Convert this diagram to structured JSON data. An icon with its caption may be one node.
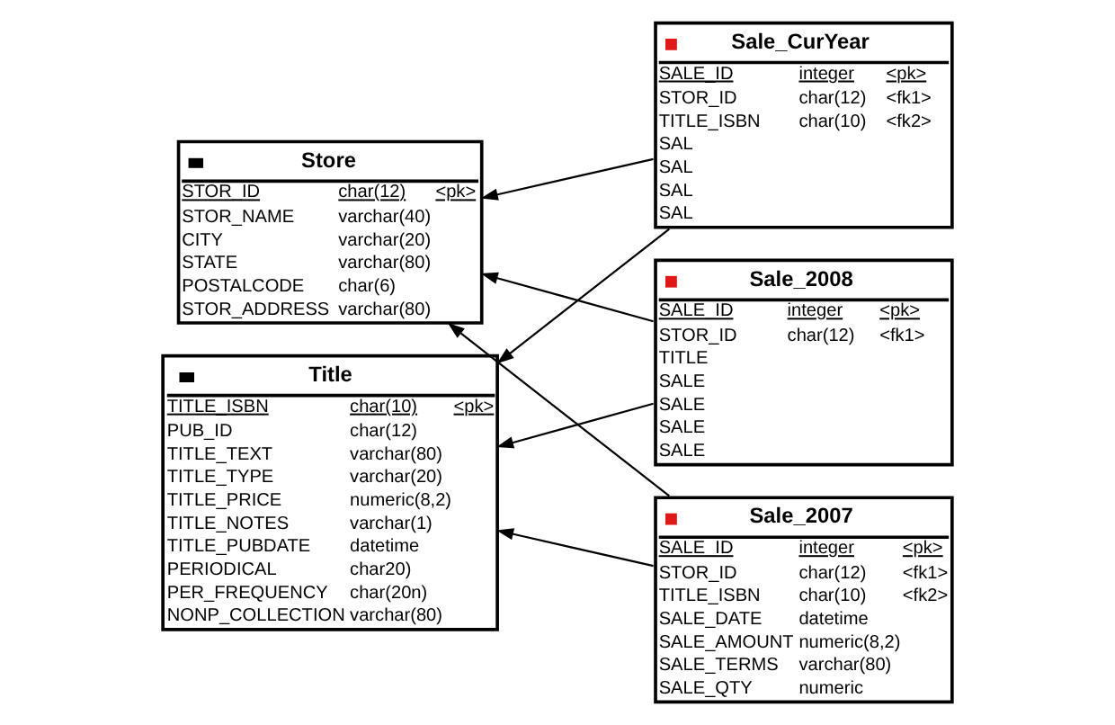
{
  "diagram": {
    "nodes": [
      {
        "text": [
          "Store",
          "STOR_ID char(12) <pk>",
          "STOR_NAME varchar(40)",
          "CITY varchar(20)",
          "STATE varchar(80)",
          "POSTALCODE char(6)",
          "STOR_ADDRESS varchar(80)"
        ]
      },
      {
        "text": [
          "Title",
          "TITLE_ISBN char(10) <pk>",
          "PUB_ID char(12)",
          "TITLE_TEXT varchar(80)",
          "TITLE_TYPE varchar(20)",
          "TITLE_PRICE numeric(8,2)",
          "TITLE_NOTES varchar(1)",
          "TITLE_PUBDATE datetime",
          "PERIODICAL char20)",
          "PER_FREQUENCY char(20n)",
          "NONP_COLLECTION varchar(80)"
        ]
      },
      {
        "text": [
          "Sale_CurYear",
          "SALE_ID integer <pk>",
          "STOR_ID char(12) <fk1>",
          "TITLE_ISBN char(10) <fk2>",
          "SAL",
          "SAL",
          "SAL",
          "SAL"
        ]
      },
      {
        "text": [
          "Sale_2008",
          "SALE_ID integer <pk>",
          "STOR_ID char(12) <fk1>",
          "TITLE",
          "SALE",
          "SALE",
          "SALE",
          "SALE"
        ]
      },
      {
        "text": [
          "Sale_2007",
          "SALE_ID integer <pk>",
          "STOR_ID char(12) <fk1>",
          "TITLE_ISBN char(10) <fk2>",
          "SALE_DATE datetime",
          "SALE_AMOUNT numeric(8,2)",
          "SALE_TERMS varchar(80)",
          "SALE_QTY numeric"
        ]
      }
    ],
    "edges": [
      {
        "from": 2,
        "to": 0,
        "arrow": "to"
      },
      {
        "from": 3,
        "to": 0,
        "arrow": "to"
      },
      {
        "from": 4,
        "to": 0,
        "arrow": "to"
      },
      {
        "from": 2,
        "to": 1,
        "arrow": "to"
      },
      {
        "from": 3,
        "to": 1,
        "arrow": "to"
      },
      {
        "from": 4,
        "to": 1,
        "arrow": "to"
      }
    ]
  }
}
